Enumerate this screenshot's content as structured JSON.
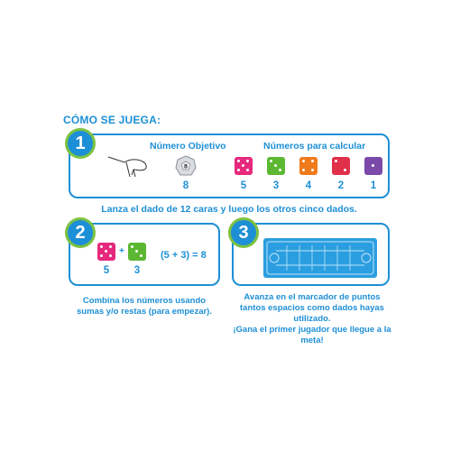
{
  "heading": "CÓMO SE JUEGA:",
  "step1": {
    "number": "1",
    "target_label": "Número Objetivo",
    "calc_label": "Números para calcular",
    "target_value": "8",
    "calc_values": [
      "5",
      "3",
      "4",
      "2",
      "1"
    ],
    "dice_colors": [
      "#e6297d",
      "#5cb832",
      "#f07b1b",
      "#e0304a",
      "#7b4aa8"
    ],
    "instruction": "Lanza el dado de 12 caras y luego los otros cinco dados."
  },
  "step2": {
    "number": "2",
    "die_values": [
      "5",
      "3"
    ],
    "plus": "+",
    "equation": "(5 + 3) = 8",
    "caption_line1": "Combina los números usando",
    "caption_line2": "sumas y/o restas (para empezar)."
  },
  "step3": {
    "number": "3",
    "caption_line1": "Avanza en el marcador de puntos",
    "caption_line2": "tantos espacios como dados hayas utilizado.",
    "caption_line3": "¡Gana el primer jugador que llegue a la meta!"
  },
  "colors": {
    "accent": "#1d8fd6",
    "badge_ring": "#7dc242"
  }
}
